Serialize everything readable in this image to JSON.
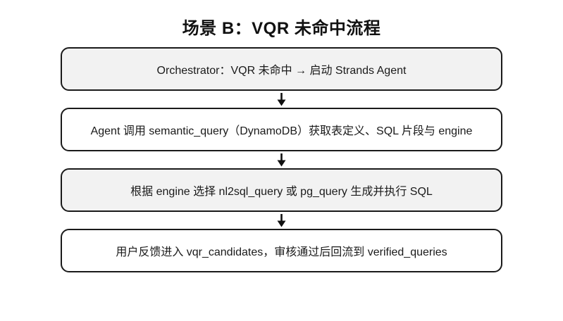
{
  "title": "场景 B：VQR 未命中流程",
  "flow": {
    "steps": [
      {
        "label": "Orchestrator：VQR 未命中 → 启动 Strands Agent",
        "fill": "#f2f2f2"
      },
      {
        "label": "Agent 调用 semantic_query（DynamoDB）获取表定义、SQL 片段与 engine",
        "fill": "#ffffff"
      },
      {
        "label": "根据 engine 选择 nl2sql_query 或 pg_query 生成并执行 SQL",
        "fill": "#f2f2f2"
      },
      {
        "label": "用户反馈进入 vqr_candidates，审核通过后回流到 verified_queries",
        "fill": "#ffffff"
      }
    ],
    "connector_icon": "down-arrow-icon"
  },
  "colors": {
    "background": "#ffffff",
    "border": "#1a1a1a",
    "text": "#1a1a1a",
    "shaded_fill": "#f2f2f2",
    "arrow": "#111111"
  }
}
